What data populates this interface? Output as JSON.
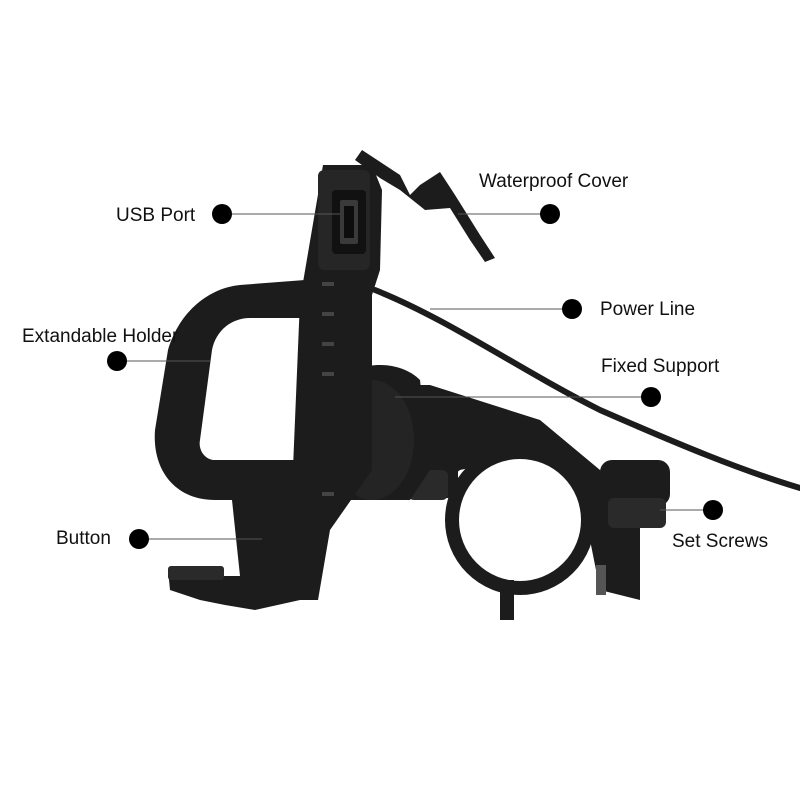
{
  "colors": {
    "background": "#ffffff",
    "product": "#1c1c1c",
    "product_highlight": "#3a3a3a",
    "callout_dot": "#000000",
    "callout_line": "#555555",
    "label_text": "#111111"
  },
  "labels": {
    "waterproof_cover": "Waterproof Cover",
    "usb_port": "USB Port",
    "power_line": "Power Line",
    "extandable_holder": "Extandable Holder",
    "fixed_support": "Fixed Support",
    "button": "Button",
    "set_screws": "Set Screws"
  },
  "product": {
    "name": "motorcycle-phone-holder-with-usb-charger",
    "icon": "phone-mount-illustration"
  }
}
